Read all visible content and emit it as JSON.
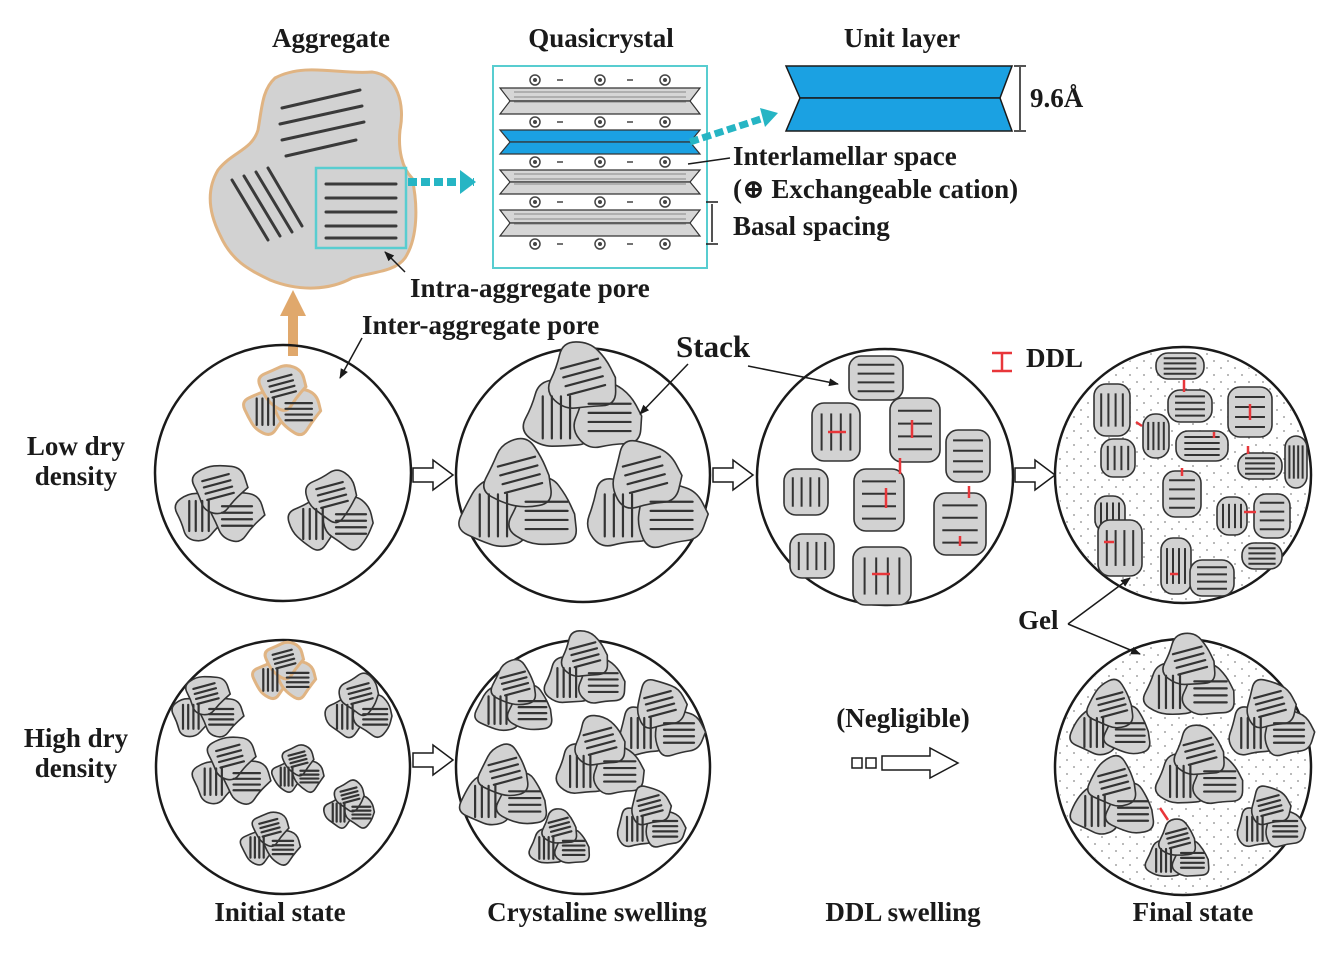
{
  "headers": {
    "aggregate": "Aggregate",
    "quasicrystal": "Quasicrystal",
    "unit_layer": "Unit layer"
  },
  "measurements": {
    "layer_thickness": "9.6Å"
  },
  "annotations": {
    "interlamellar_space": "Interlamellar space",
    "exchangeable_cation": "(⊕ Exchangeable cation)",
    "basal_spacing": "Basal spacing",
    "intra_aggregate_pore": "Intra-aggregate pore",
    "inter_aggregate_pore": "Inter-aggregate pore",
    "stack": "Stack",
    "ddl_legend": "DDL",
    "gel": "Gel",
    "negligible": "(Negligible)"
  },
  "rows": {
    "low": "Low dry density",
    "high": "High dry density"
  },
  "stages": [
    "Initial state",
    "Crystaline swelling",
    "DDL swelling",
    "Final state"
  ],
  "colors": {
    "aggregate_fill": "#d2d2d2",
    "aggregate_outline": "#e0b483",
    "highlight_border": "#58cdd0",
    "unit_layer_blue": "#1ba1e2",
    "cyan_arrow": "#26b5c4",
    "orange_arrow": "#e0a86c",
    "ddl_red": "#e8363a",
    "circle_outline": "#1a1a1a"
  }
}
